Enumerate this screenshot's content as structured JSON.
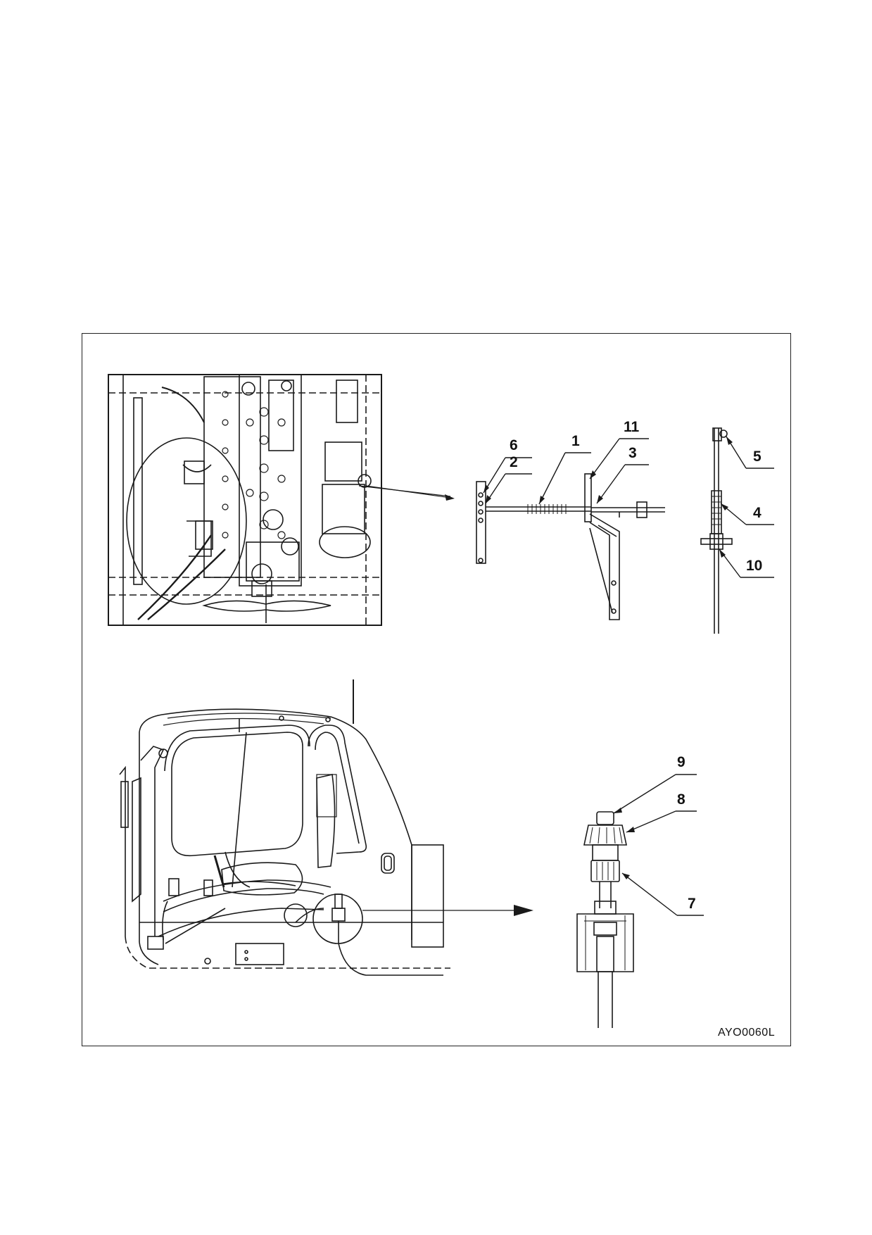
{
  "figure": {
    "code": "AYO0060L",
    "callouts": {
      "c1": "1",
      "c2": "2",
      "c3": "3",
      "c4": "4",
      "c5": "5",
      "c6": "6",
      "c7": "7",
      "c8": "8",
      "c9": "9",
      "c10": "10",
      "c11": "11"
    }
  }
}
